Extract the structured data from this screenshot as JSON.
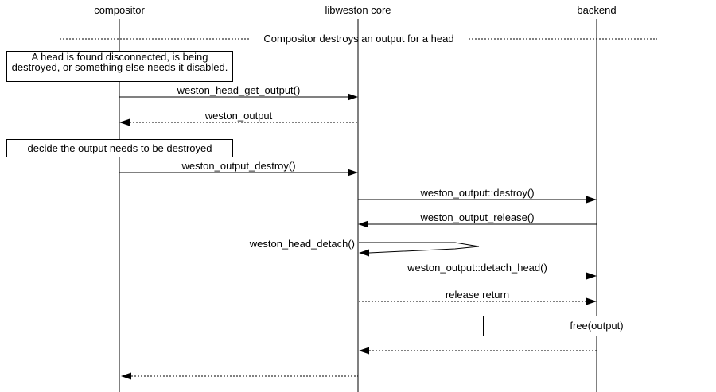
{
  "diagram": {
    "kind": "uml-sequence-diagram",
    "colors": {
      "line": "#000000",
      "background": "#ffffff",
      "text": "#000000"
    },
    "participants": [
      {
        "name": "compositor"
      },
      {
        "name": "libweston core"
      },
      {
        "name": "backend"
      }
    ],
    "divider": {
      "label": "Compositor destroys an output for a head"
    },
    "notes": [
      {
        "text": "A head is found disconnected, is being destroyed, or something else needs it disabled.",
        "over": "compositor"
      },
      {
        "text": "decide the output needs to be destroyed",
        "over": "compositor"
      },
      {
        "text": "free(output)",
        "over": "backend"
      }
    ],
    "messages": [
      {
        "label": "weston_head_get_output()",
        "from": "compositor",
        "to": "libweston core",
        "line": "solid"
      },
      {
        "label": "weston_output",
        "from": "libweston core",
        "to": "compositor",
        "line": "dashed"
      },
      {
        "label": "weston_output_destroy()",
        "from": "compositor",
        "to": "libweston core",
        "line": "solid"
      },
      {
        "label": "weston_output::destroy()",
        "from": "libweston core",
        "to": "backend",
        "line": "solid"
      },
      {
        "label": "weston_output_release()",
        "from": "backend",
        "to": "libweston core",
        "line": "solid"
      },
      {
        "label": "weston_head_detach()",
        "from": "libweston core",
        "to": "libweston core",
        "line": "self"
      },
      {
        "label": "weston_output::detach_head()",
        "from": "libweston core",
        "to": "backend",
        "line": "double"
      },
      {
        "label": "release return",
        "from": "libweston core",
        "to": "backend",
        "line": "dashed"
      },
      {
        "label": "",
        "from": "backend",
        "to": "libweston core",
        "line": "dashed"
      },
      {
        "label": "",
        "from": "libweston core",
        "to": "compositor",
        "line": "dashed"
      }
    ]
  }
}
